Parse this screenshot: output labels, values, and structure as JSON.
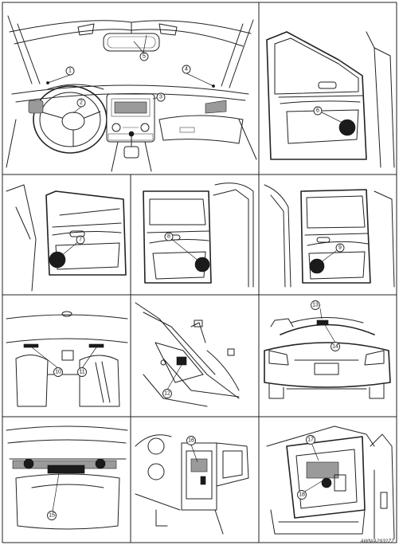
{
  "figure_id": "AWNIA2932ZZ",
  "panels": [
    {
      "id": "instrument-panel",
      "callouts": [
        "1",
        "2",
        "3",
        "4",
        "5"
      ]
    },
    {
      "id": "front-door-driver",
      "callouts": [
        "6"
      ]
    },
    {
      "id": "front-door-passenger",
      "callouts": [
        "7"
      ]
    },
    {
      "id": "rear-door-left",
      "callouts": [
        "8"
      ]
    },
    {
      "id": "rear-door-right",
      "callouts": [
        "9"
      ]
    },
    {
      "id": "roof-rear-seat",
      "callouts": [
        "10",
        "11"
      ]
    },
    {
      "id": "rear-pillar-area",
      "callouts": [
        "12"
      ]
    },
    {
      "id": "rear-exterior",
      "callouts": [
        "13",
        "14"
      ]
    },
    {
      "id": "rear-parcel-shelf",
      "callouts": [
        "15"
      ]
    },
    {
      "id": "center-console",
      "callouts": [
        "16"
      ]
    },
    {
      "id": "glove-box",
      "callouts": [
        "17",
        "18"
      ]
    }
  ],
  "labels": {
    "c1": "1",
    "c2": "2",
    "c3": "3",
    "c4": "4",
    "c5": "5",
    "c6": "6",
    "c7": "7",
    "c8": "8",
    "c9": "9",
    "c10": "10",
    "c11": "11",
    "c12": "12",
    "c13": "13",
    "c14": "14",
    "c15": "15",
    "c16": "16",
    "c17": "17",
    "c18": "18"
  }
}
